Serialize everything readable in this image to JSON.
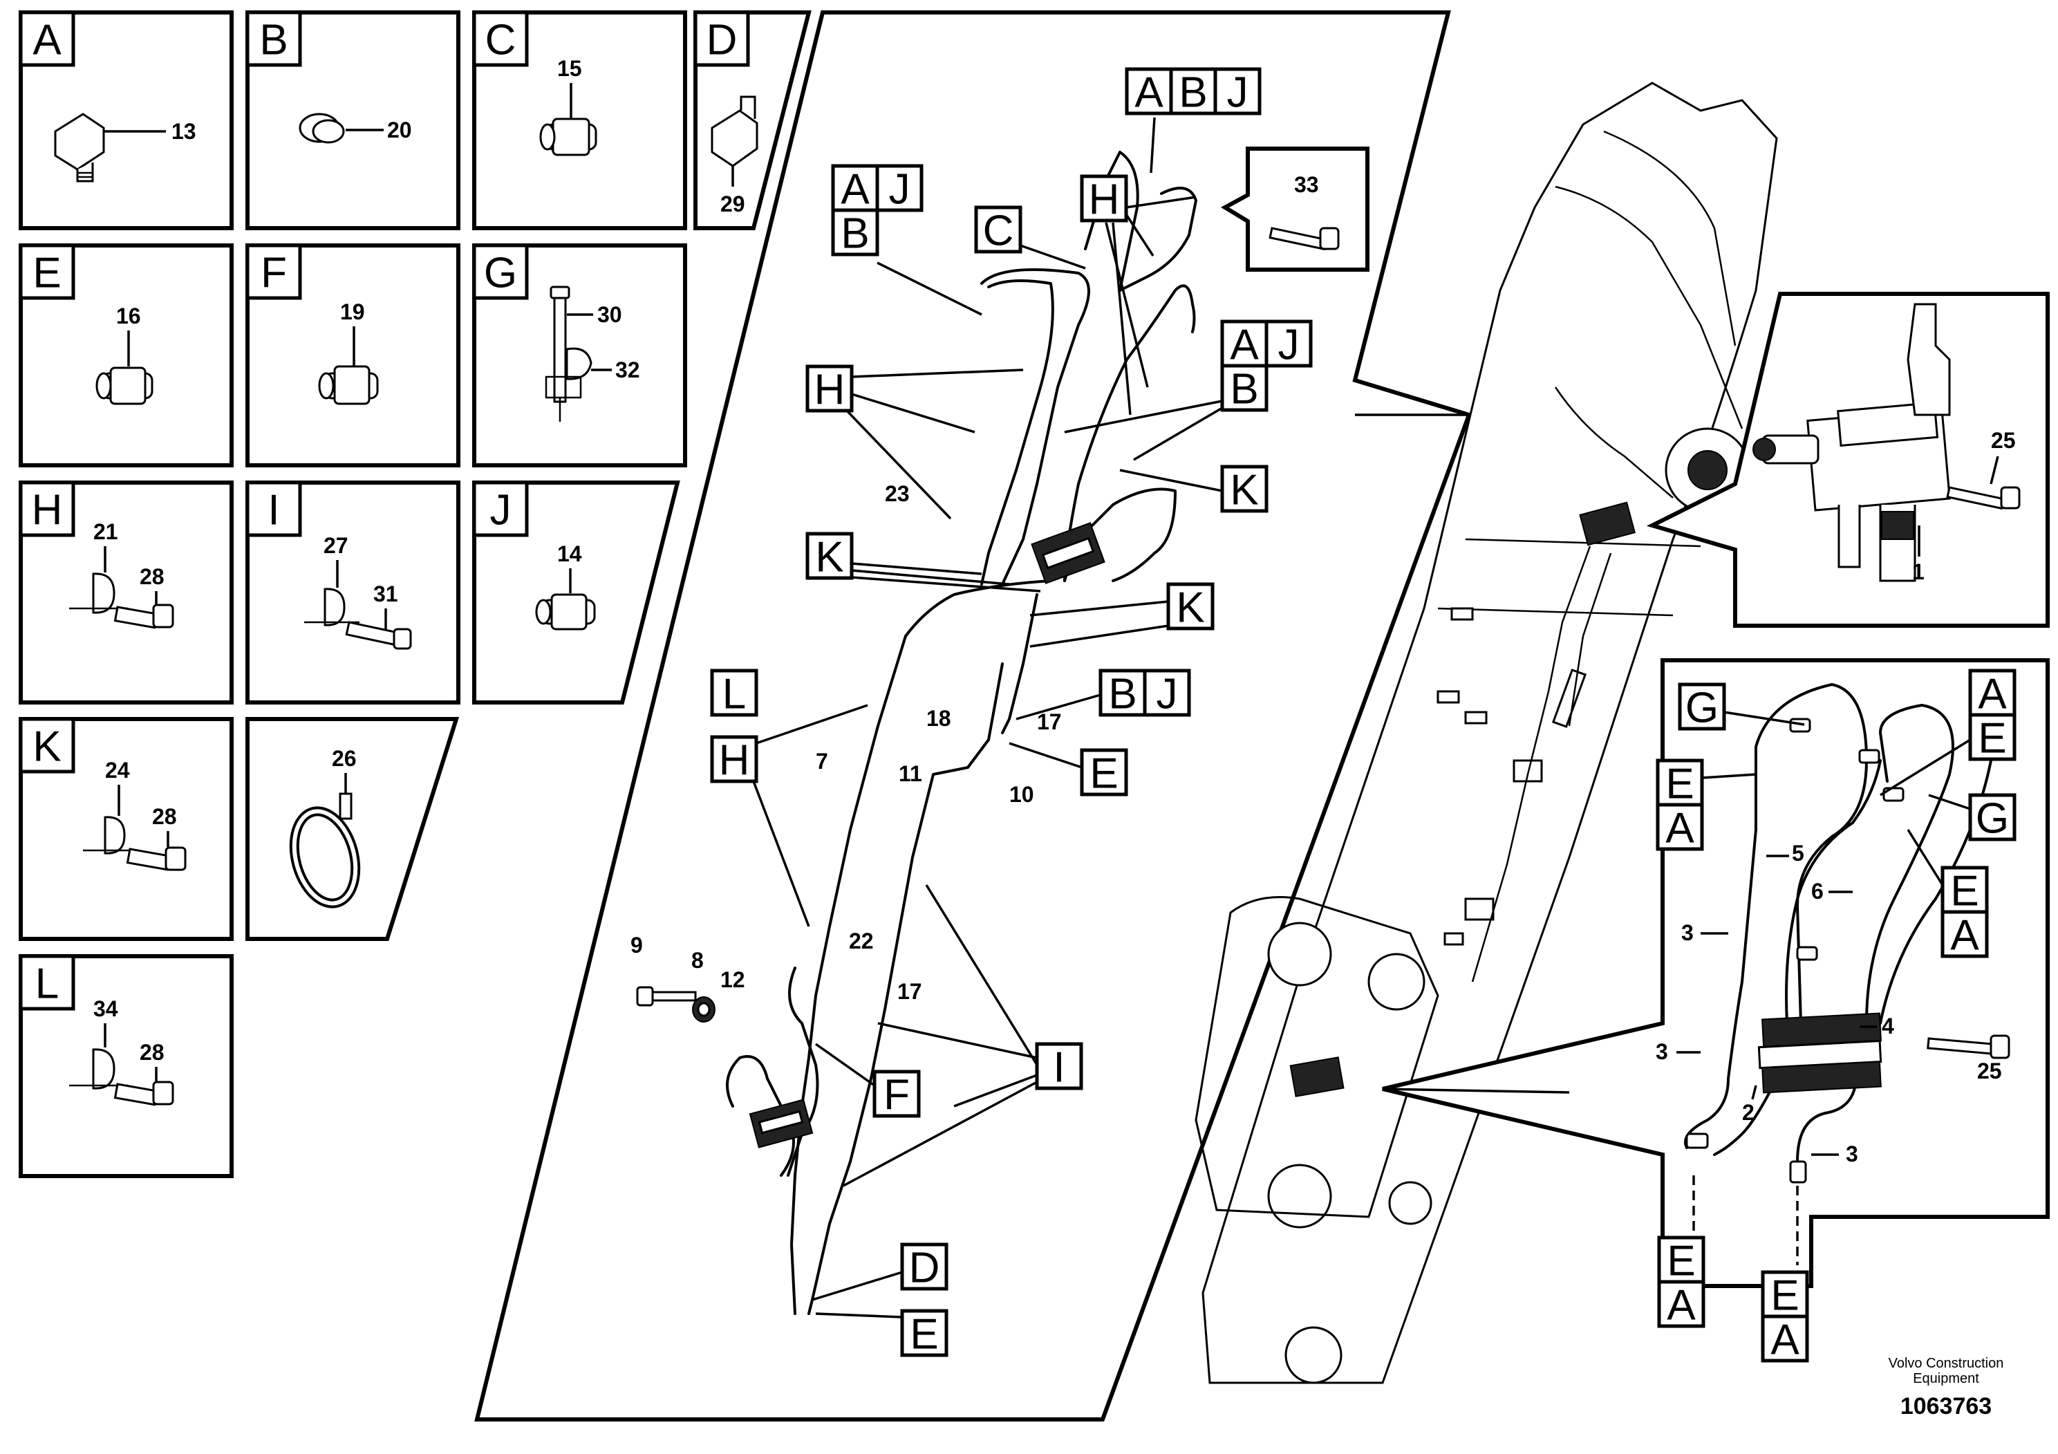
{
  "detail_panels": [
    {
      "letter": "A",
      "parts": [
        "13"
      ]
    },
    {
      "letter": "B",
      "parts": [
        "20"
      ]
    },
    {
      "letter": "C",
      "parts": [
        "15"
      ]
    },
    {
      "letter": "D",
      "parts": [
        "29"
      ]
    },
    {
      "letter": "E",
      "parts": [
        "16"
      ]
    },
    {
      "letter": "F",
      "parts": [
        "19"
      ]
    },
    {
      "letter": "G",
      "parts": [
        "30",
        "32"
      ]
    },
    {
      "letter": "H",
      "parts": [
        "21",
        "28"
      ]
    },
    {
      "letter": "I",
      "parts": [
        "27",
        "31"
      ]
    },
    {
      "letter": "J",
      "parts": [
        "14"
      ]
    },
    {
      "letter": "K",
      "parts": [
        "24",
        "28"
      ]
    },
    {
      "letter": "L",
      "parts": [
        "34",
        "28"
      ]
    },
    {
      "letter": "",
      "parts": [
        "26"
      ]
    }
  ],
  "callout_33": "33",
  "valve_callouts": {
    "bolt": "25",
    "valve": "1"
  },
  "main_part_numbers": {
    "p7": "7",
    "p8": "8",
    "p9": "9",
    "p10": "10",
    "p11": "11",
    "p12": "12",
    "p17a": "17",
    "p17b": "17",
    "p18": "18",
    "p22": "22",
    "p23": "23"
  },
  "right_part_numbers": {
    "p2": "2",
    "p3a": "3",
    "p3b": "3",
    "p3c": "3",
    "p4": "4",
    "p5": "5",
    "p6": "6",
    "p25": "25"
  },
  "tags": {
    "A": "A",
    "B": "B",
    "C": "C",
    "D": "D",
    "E": "E",
    "F": "F",
    "G": "G",
    "H": "H",
    "I": "I",
    "J": "J",
    "K": "K",
    "L": "L"
  },
  "footer": {
    "brand_line1": "Volvo Construction",
    "brand_line2": "Equipment",
    "doc_number": "1063763"
  }
}
